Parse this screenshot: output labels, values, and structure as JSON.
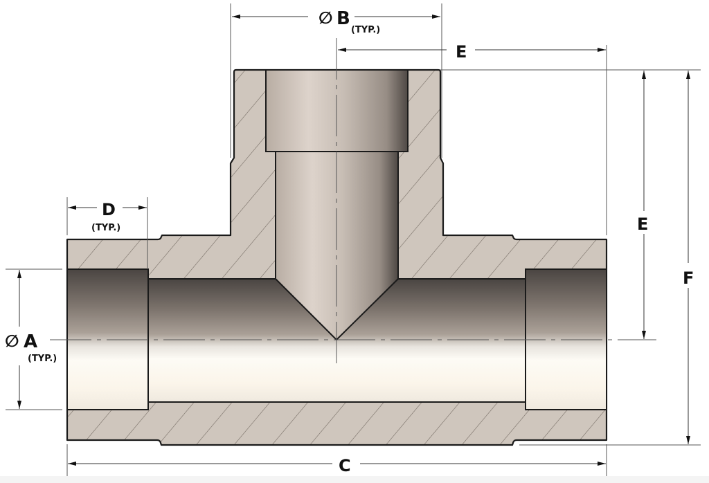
{
  "drawing": {
    "title": "Socket Weld Tee - Cross Section",
    "colors": {
      "section_fill": "#cfc6bd",
      "hatch": "#6f665e",
      "outline": "#1a1a1a",
      "dim_line": "#3a3a3a",
      "bore_dark": "#4a4542",
      "bore_light": "#fdfbf5"
    },
    "dimensions": {
      "A": {
        "symbol": "∅",
        "label": "A",
        "note": "(TYP.)"
      },
      "B": {
        "symbol": "∅",
        "label": "B",
        "note": "(TYP.)"
      },
      "C": {
        "label": "C"
      },
      "D": {
        "label": "D",
        "note": "(TYP.)"
      },
      "E_top": {
        "label": "E"
      },
      "E_side": {
        "label": "E"
      },
      "F": {
        "label": "F"
      }
    }
  }
}
